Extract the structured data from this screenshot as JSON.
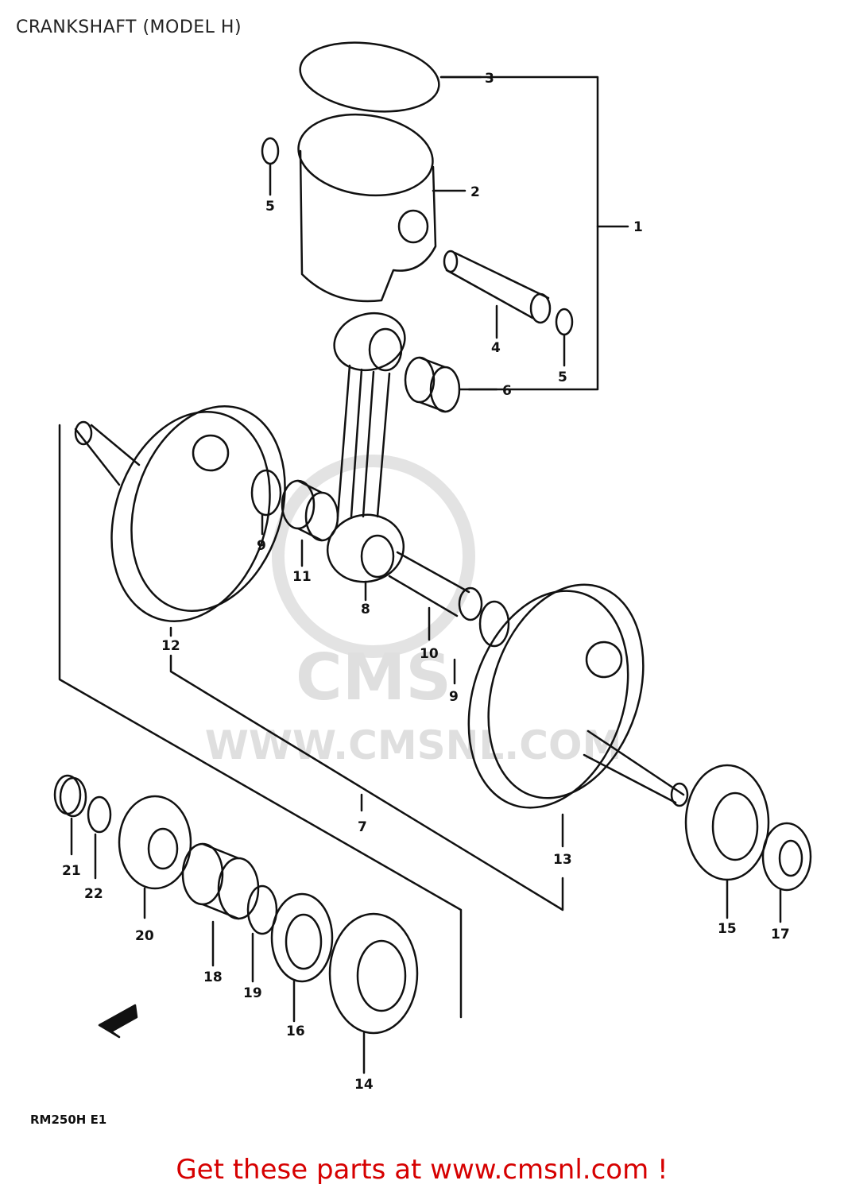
{
  "page": {
    "title": "CRANKSHAFT (MODEL H)",
    "model_code": "RM250H E1",
    "footer_link": "Get these parts at www.cmsnl.com !"
  },
  "watermark": {
    "brand": "CMS",
    "url": "WWW.CMSNL.COM"
  },
  "callouts": {
    "c1": "1",
    "c2": "2",
    "c3": "3",
    "c4": "4",
    "c5a": "5",
    "c5b": "5",
    "c6": "6",
    "c7": "7",
    "c8": "8",
    "c9a": "9",
    "c9b": "9",
    "c10": "10",
    "c11": "11",
    "c12": "12",
    "c13": "13",
    "c14": "14",
    "c15": "15",
    "c16": "16",
    "c17": "17",
    "c18": "18",
    "c19": "19",
    "c20": "20",
    "c21": "21",
    "c22": "22"
  },
  "colors": {
    "line": "#111111",
    "link": "#d60000",
    "watermark": "#dcdcdc"
  }
}
